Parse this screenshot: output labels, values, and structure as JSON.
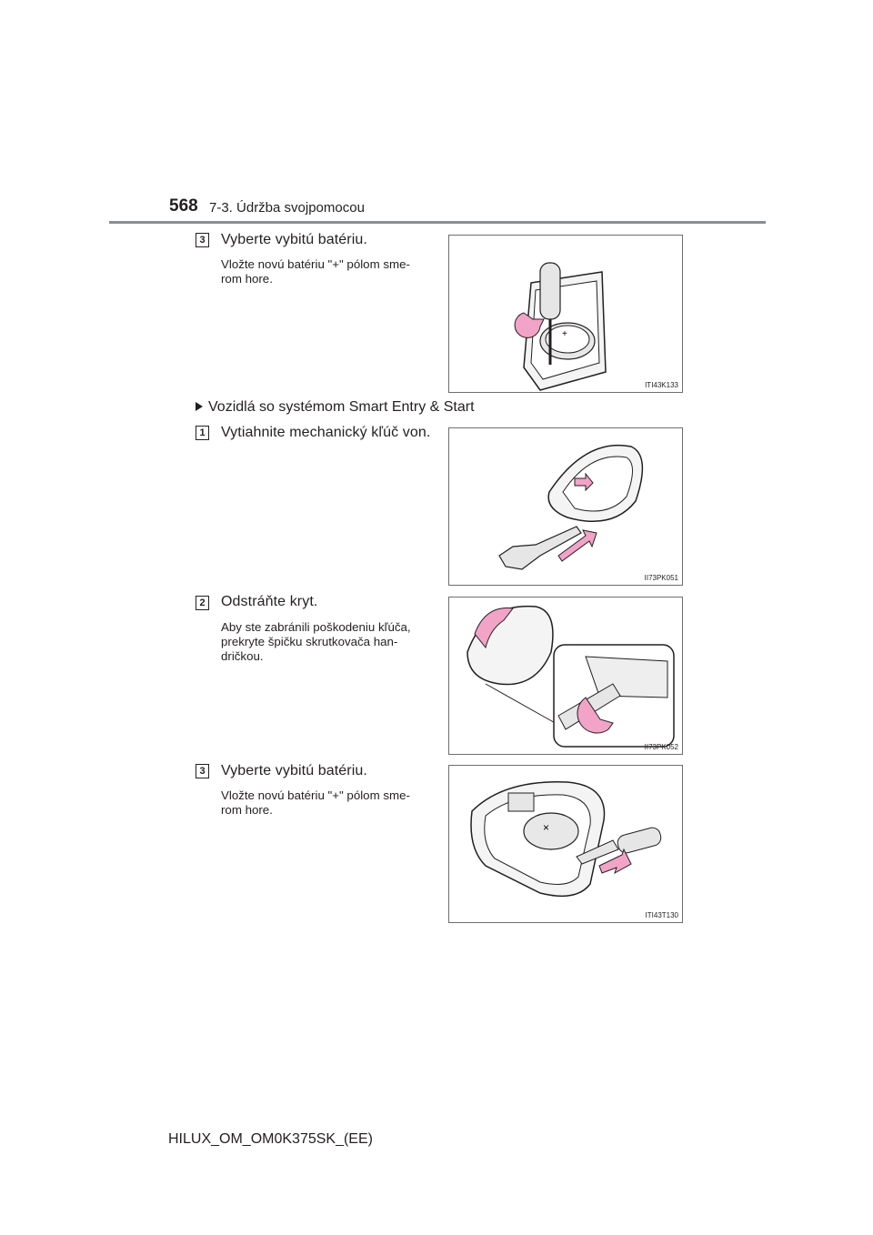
{
  "header": {
    "page_number": "568",
    "section": "7-3. Údržba svojpomocou"
  },
  "steps": [
    {
      "num": "3",
      "title": "Vyberte vybitú batériu.",
      "note": "Vložte novú batériu \"+\" pólom sme-rom hore.",
      "figure_code": "ITI43K133"
    },
    {
      "num": "1",
      "title": "Vytiahnite mechanický kľúč von.",
      "note": "",
      "figure_code": "II73PK051"
    },
    {
      "num": "2",
      "title": "Odstráňte kryt.",
      "note": "Aby ste zabránili poškodeniu kľúča, prekryte špičku skrutkovača han-dričkou.",
      "figure_code": "II73PK052"
    },
    {
      "num": "3",
      "title": "Vyberte vybitú batériu.",
      "note": "Vložte novú batériu \"+\" pólom sme-rom hore.",
      "figure_code": "ITI43T130"
    }
  ],
  "subheading": "Vozidlá so systémom Smart Entry & Start",
  "footer": "HILUX_OM_OM0K375SK_(EE)",
  "colors": {
    "rule": "#8a8e90",
    "arrow_fill": "#f2a3c8",
    "line": "#231f20"
  }
}
